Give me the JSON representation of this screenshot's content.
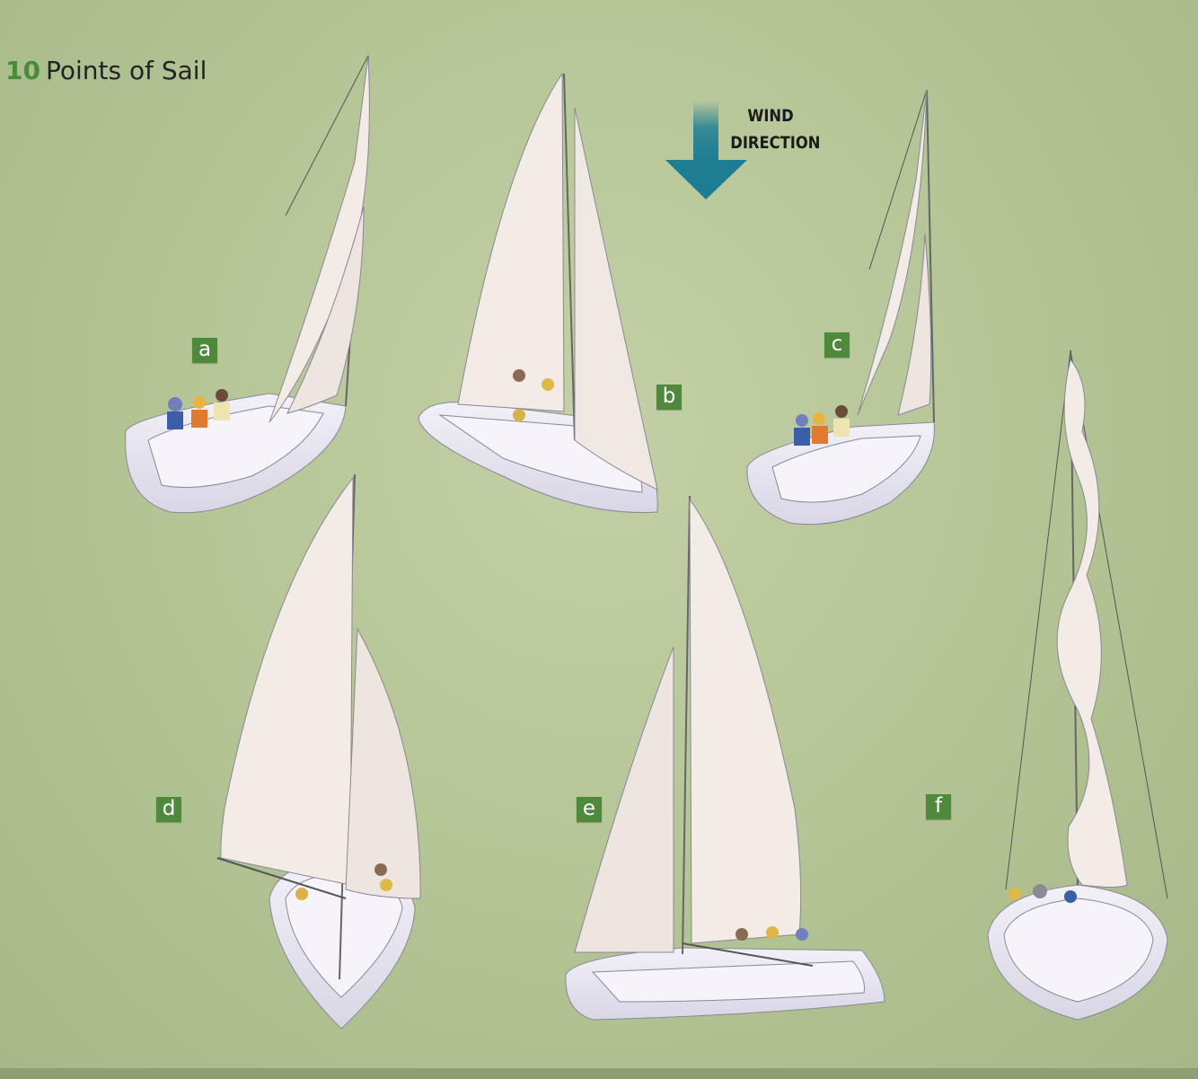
{
  "figure": {
    "number": "10",
    "title": "Points of Sail"
  },
  "wind": {
    "line1": "WIND",
    "line2": "DIRECTION",
    "arrow_color": "#1e7f95"
  },
  "boats": [
    {
      "label": "a"
    },
    {
      "label": "b"
    },
    {
      "label": "c"
    },
    {
      "label": "d"
    },
    {
      "label": "e"
    },
    {
      "label": "f"
    }
  ],
  "colors": {
    "background": "#b6c697",
    "label_badge": "#4f8a3c",
    "sail": "#f3ebe6",
    "hull": "#e9e7f1"
  }
}
